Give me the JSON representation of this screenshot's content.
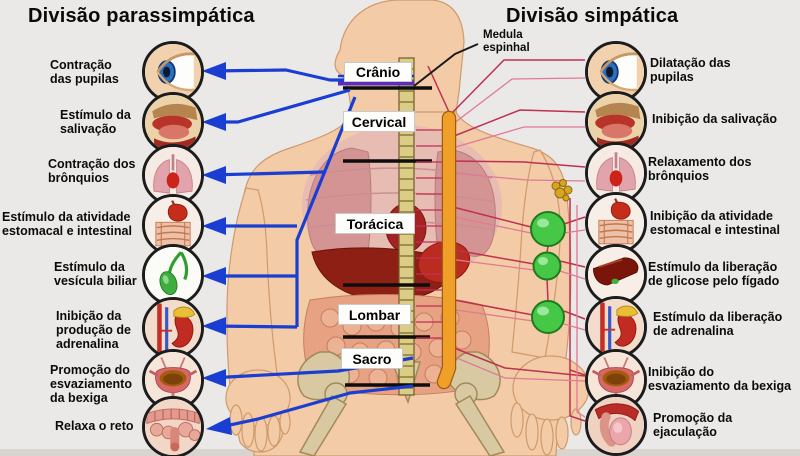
{
  "titles": {
    "left": "Divisão parassimpática",
    "right": "Divisão simpática"
  },
  "medulla_label": "Medula\nespinhal",
  "spine_sections": [
    {
      "label": "Crânio"
    },
    {
      "label": "Cervical"
    },
    {
      "label": "Torácica"
    },
    {
      "label": "Lombar"
    },
    {
      "label": "Sacro"
    }
  ],
  "left_items": [
    {
      "label": "Contração\ndas pupilas",
      "icon": "eye"
    },
    {
      "label": "Estímulo da\nsalivação",
      "icon": "mouth"
    },
    {
      "label": "Contração dos\nbrônquios",
      "icon": "lungs"
    },
    {
      "label": "Estímulo da atividade\nestomacal e intestinal",
      "icon": "stomach"
    },
    {
      "label": "Estímulo da\nvesícula biliar",
      "icon": "gallbladder"
    },
    {
      "label": "Inibição da\nprodução de\nadrenalina",
      "icon": "adrenal"
    },
    {
      "label": "Promoção do\nesvaziamento\nda bexiga",
      "icon": "bladder"
    },
    {
      "label": "Relaxa o reto",
      "icon": "rectum"
    }
  ],
  "right_items": [
    {
      "label": "Dilatação das\npupilas",
      "icon": "eye"
    },
    {
      "label": "Inibição da salivação",
      "icon": "mouth"
    },
    {
      "label": "Relaxamento dos\nbrônquios",
      "icon": "lungs"
    },
    {
      "label": "Inibição da atividade\nestomacal e intestinal",
      "icon": "stomach"
    },
    {
      "label": "Estímulo da liberação\nde glicose pelo fígado",
      "icon": "liver"
    },
    {
      "label": "Estímulo da liberação\nde adrenalina",
      "icon": "adrenal"
    },
    {
      "label": "Inibição do\nesvaziamento da bexiga",
      "icon": "bladder"
    },
    {
      "label": "Promoção da\nejaculação",
      "icon": "genital"
    }
  ],
  "colors": {
    "background": "#eae9e7",
    "arrow_blue": "#1b3ed2",
    "cranial_purple": "#5b2db8",
    "line_red": "#c03050",
    "line_pink": "#e07a96",
    "ganglion_green": "#46c846",
    "chain_orange": "#f0a028",
    "spine_tan": "#dbcd85",
    "skin": "#f3cba6",
    "text": "#0b0b0b"
  }
}
